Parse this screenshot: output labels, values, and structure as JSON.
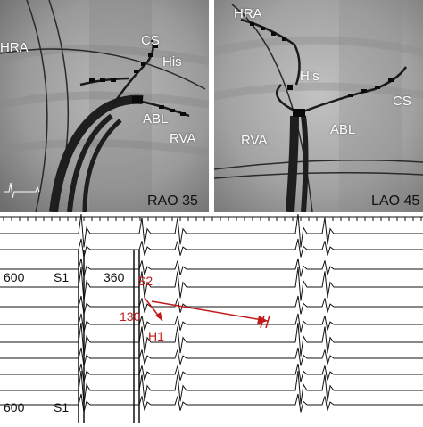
{
  "fluoro_left": {
    "view": "RAO 35",
    "labels": {
      "hra": "HRA",
      "cs": "CS",
      "his": "His",
      "abl": "ABL",
      "rva": "RVA"
    }
  },
  "fluoro_right": {
    "view": "LAO 45",
    "labels": {
      "hra": "HRA",
      "his": "His",
      "cs": "CS",
      "rva": "RVA",
      "abl": "ABL"
    }
  },
  "tracing": {
    "cycle_upper": "600",
    "s1_upper": "S1",
    "coupling": "360",
    "s2": "S2",
    "interval": "130",
    "h1": "H1",
    "cycle_lower": "600",
    "s1_lower": "S1"
  },
  "colors": {
    "annotation": "#c21a1a",
    "trace": "#111111"
  }
}
